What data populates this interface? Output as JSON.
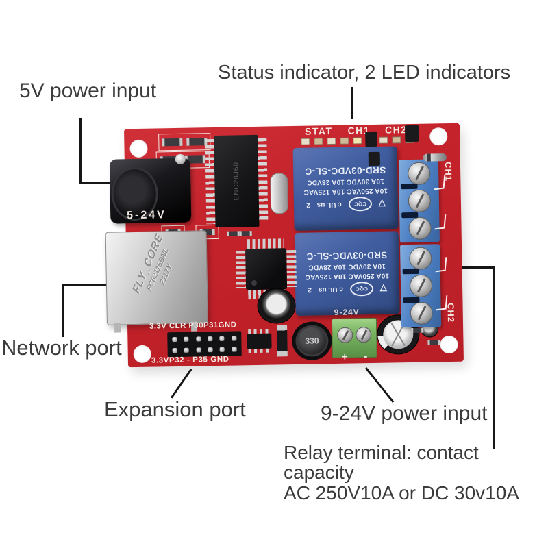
{
  "annotations": {
    "power5v": {
      "label": "5V power input"
    },
    "status": {
      "label": "Status indicator, 2 LED indicators"
    },
    "network": {
      "label": "Network port"
    },
    "expansion": {
      "label": "Expansion port"
    },
    "power924": {
      "label": "9-24V power input"
    },
    "relay": {
      "label_line1": "Relay terminal: contact capacity",
      "label_line2": "AC 250V10A or DC 30v10A"
    }
  },
  "board": {
    "silkscreen": {
      "stat": "STAT",
      "ch1": "CH1",
      "ch2": "CH2",
      "dc_jack": "5-24V",
      "exp_top": "3.3V CLR P30P31GND",
      "exp_bottom": "3.3VP32 - P35 GND",
      "dc_in": "9-24V",
      "plus": "+",
      "minus": "-",
      "ch1_side": "CH1",
      "ch2_side": "CH2"
    },
    "components": {
      "eth_controller": "ENC28J60",
      "relay": {
        "model": "SRD-03VDC-SL-C",
        "rating_ac": "10A 250VAC 10A 125VAC",
        "rating_dc": "10A 30VDC 10A 28VDC",
        "cert_cqc": "CQC",
        "cert_ul": "c UL us",
        "cert_num": "2"
      },
      "ethernet_port": {
        "brand": "FLY_CORE",
        "model": "FC62115BNL",
        "code": "2117Y"
      },
      "inductor": "330"
    },
    "colors": {
      "pcb_red": "#c5232b",
      "relay_blue": "#405d9f",
      "terminal_blue": "#4d80c4",
      "terminal_green": "#79b562",
      "silkscreen_white": "#f2e9e2",
      "annotation_text": "#3b3b3b"
    }
  },
  "icons": {
    "cert_triangle": "▽"
  }
}
